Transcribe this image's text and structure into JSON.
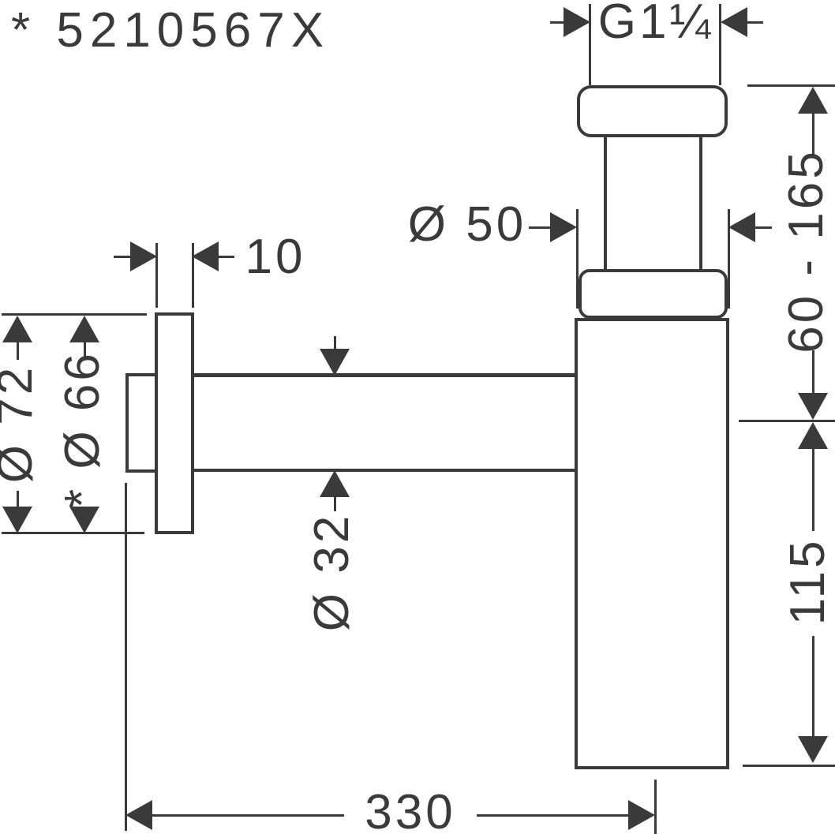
{
  "drawing": {
    "part_number": "* 5210567X",
    "ink_color": "#3a3a3a",
    "background": "#ffffff",
    "dims": {
      "thread": "G1¼",
      "install_height_range": "60 - 165",
      "escutcheon_depth": "10",
      "escutcheon_outer_dia": "Ø 72",
      "escutcheon_alt_dia": "* Ø 66",
      "trap_body_dia": "Ø 50",
      "pipe_dia": "Ø 32",
      "body_drop_height": "115",
      "horizontal_projection": "330"
    }
  }
}
